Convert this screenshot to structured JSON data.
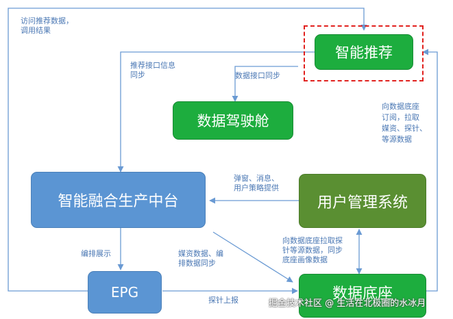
{
  "nodes": {
    "recommend": "智能推荐",
    "cockpit": "数据驾驶舱",
    "platform": "智能融合生产中台",
    "user_system": "用户管理系统",
    "epg": "EPG",
    "data_base": "数据底座"
  },
  "edges": {
    "visit_recommend": "访问推荐数据，\n调用结果",
    "rec_to_platform": "推荐接口信息\n同步",
    "rec_to_cockpit": "数据接口同步",
    "base_to_rec": "向数据底座\n订阅，拉取\n媒资、探针、\n等源数据",
    "user_to_platform": "弹窗、消息、\n用户策略提供",
    "platform_to_epg": "编排展示",
    "platform_to_base": "媒资数据、编\n排数据同步",
    "user_base": "向数据底座拉取探\n针等源数据，同步\n底座画像数据",
    "epg_to_base": "探针上报"
  },
  "watermark": "掘金技术社区 @ 生活在北极圈的水冰月",
  "colors": {
    "green": "#1dad3e",
    "blue": "#5b95d3",
    "olive": "#5a8f32",
    "arrow": "#6a9ad3",
    "highlight": "#e1201d"
  }
}
